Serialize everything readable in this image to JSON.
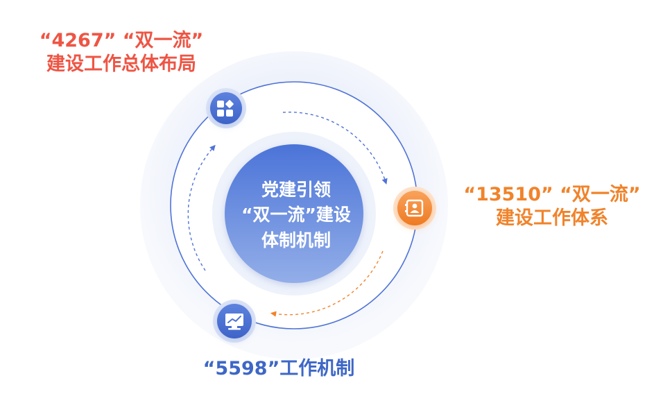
{
  "center": {
    "lines": [
      "党建引领",
      "“双一流”建设",
      "体制机制"
    ]
  },
  "nodes": [
    {
      "id": "top",
      "icon": "grid-apps-icon",
      "color": "#4f73d6",
      "lines": [
        "“4267” “双一流”",
        "建设工作总体布局"
      ],
      "text_color": "#ee5544"
    },
    {
      "id": "right",
      "icon": "contact-card-icon",
      "color": "#f0832b",
      "lines": [
        "“13510” “双一流”",
        "建设工作体系"
      ],
      "text_color": "#f0832b"
    },
    {
      "id": "bottom",
      "icon": "monitor-chart-icon",
      "color": "#4f73d6",
      "lines": [
        "“5598”工作机制"
      ],
      "text_color": "#3e67c6"
    }
  ]
}
